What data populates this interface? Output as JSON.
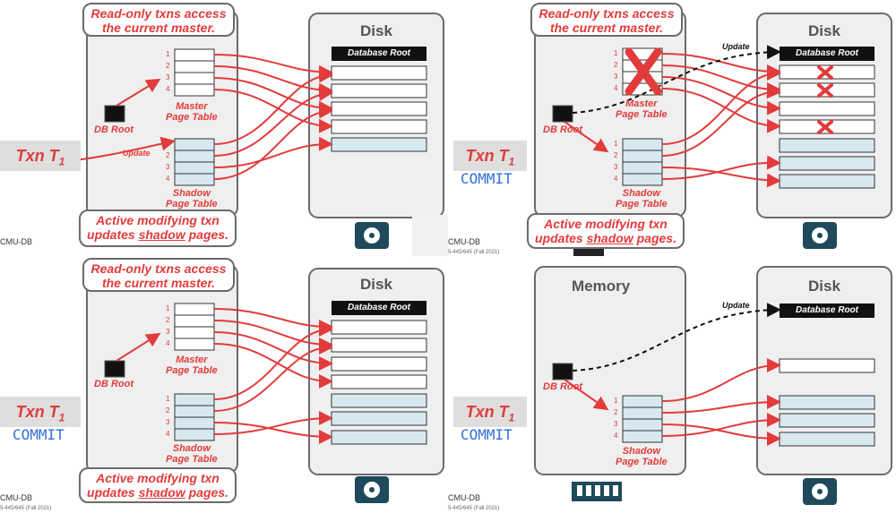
{
  "common": {
    "read_only_callout_line1": "Read-only txns access",
    "read_only_callout_line2": "the current master.",
    "active_callout_line1": "Active modifying txn",
    "active_callout_line2_pre": "updates ",
    "active_callout_line2_u": "shadow",
    "active_callout_line2_post": " pages.",
    "disk_title": "Disk",
    "memory_title": "Memory",
    "database_root": "Database Root",
    "db_root": "DB Root",
    "master_line1": "Master",
    "master_line2": "Page Table",
    "shadow_line1": "Shadow",
    "shadow_line2": "Page Table",
    "update": "Update",
    "txn_label": "Txn T",
    "txn_sub": "1",
    "commit": "COMMIT",
    "footer_logo": "CMU-DB",
    "footer_course": "5-445/645 (Fall 2021)",
    "page_numbers": [
      "1",
      "2",
      "3",
      "4"
    ]
  },
  "panels": [
    {
      "id": "top-left",
      "shows_commit": false,
      "shows_callouts": true,
      "master_crossed": false
    },
    {
      "id": "top-right",
      "shows_commit": true,
      "shows_callouts": true,
      "master_crossed": true
    },
    {
      "id": "bottom-left",
      "shows_commit": true,
      "shows_callouts": true,
      "master_crossed": false
    },
    {
      "id": "bottom-right",
      "shows_commit": true,
      "shows_callouts": false,
      "master_crossed": false
    }
  ],
  "colors": {
    "red": "#e23b3b",
    "blue": "#2f6fd6",
    "light_blue": "#d7e8f0",
    "panel_gray": "#efefef",
    "border": "#6b6b6b"
  }
}
